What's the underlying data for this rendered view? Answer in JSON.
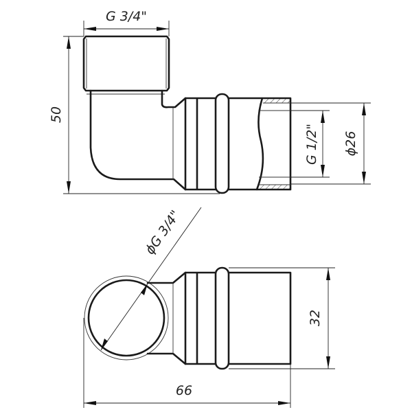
{
  "drawing": {
    "top_view": {
      "dimensions": {
        "thread_top": "G 3/4\"",
        "height": "50",
        "thread_side": "G 1/2\"",
        "outer_diameter": "ϕ26"
      }
    },
    "bottom_view": {
      "dimensions": {
        "circle_thread": "ϕG 3/4\"",
        "width": "32",
        "length": "66"
      }
    },
    "colors": {
      "line": "#1a1a1a",
      "background": "#ffffff"
    }
  }
}
